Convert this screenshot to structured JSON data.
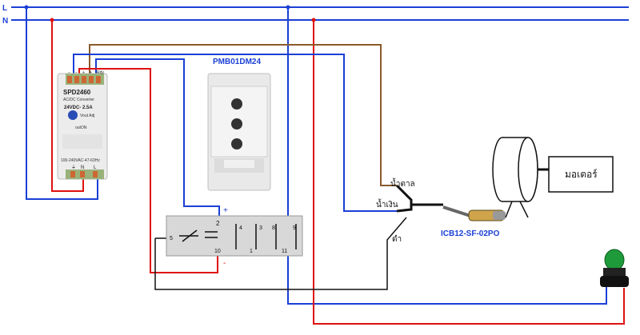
{
  "rails": {
    "line": "L",
    "neutral": "N"
  },
  "psu": {
    "model": "SPD2460",
    "subtitle": "AC/DC Converter",
    "rating": "24VDC- 2.5A",
    "vout_adj": "Vout Adj",
    "outon": "outON",
    "input_spec": "100-240VAC-47-63Hz",
    "ac_terminals": [
      "⏚",
      "N",
      "L"
    ],
    "dc_terminals": [
      "−",
      "−",
      "+",
      "+",
      "Rdy"
    ]
  },
  "controller": {
    "title": "PMB01DM24"
  },
  "terminal_block": {
    "top": [
      "2",
      "4",
      "3",
      "8",
      "9"
    ],
    "bottom": [
      "10",
      "1",
      "11"
    ],
    "left": "5",
    "plus": "+",
    "minus": "-"
  },
  "sensor": {
    "model": "ICB12-SF-02PO",
    "wire_brown": "น้ำตาล",
    "wire_blue": "น้ำเงิน",
    "wire_black": "ดำ"
  },
  "motor": {
    "label": "มอเตอร์"
  },
  "colors": {
    "rail": "#1a3fd6",
    "red": "#e01010",
    "blue": "#1a3fd6",
    "brown": "#8a5a2b",
    "black": "#111111"
  }
}
